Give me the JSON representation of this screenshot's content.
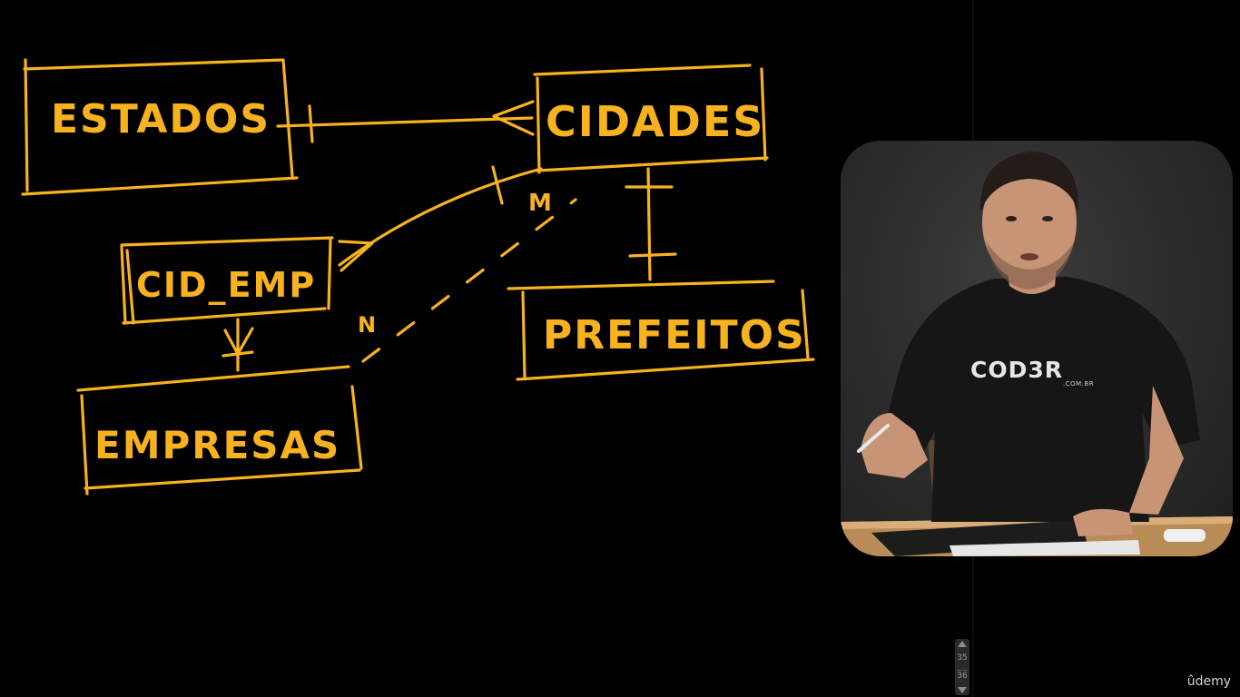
{
  "colors": {
    "background": "#000000",
    "ink": "#f7b21e",
    "studio_backdrop": "#2b2b2b"
  },
  "diagram": {
    "entities": {
      "estados": "ESTADOS",
      "cidades": "CIDADES",
      "cid_emp": "CID_EMP",
      "empresas": "EMPRESAS",
      "prefeitos": "PREFEITOS"
    },
    "cardinality": {
      "many_label_m": "M",
      "many_label_n": "N"
    }
  },
  "presenter": {
    "shirt_logo": "COD3R",
    "shirt_logo_sub": ".COM.BR"
  },
  "player": {
    "page_current": "35",
    "page_next": "36",
    "brand": "ûdemy",
    "icons": {
      "scroll_up": "chevron-up-icon",
      "scroll_down": "chevron-down-icon"
    }
  }
}
